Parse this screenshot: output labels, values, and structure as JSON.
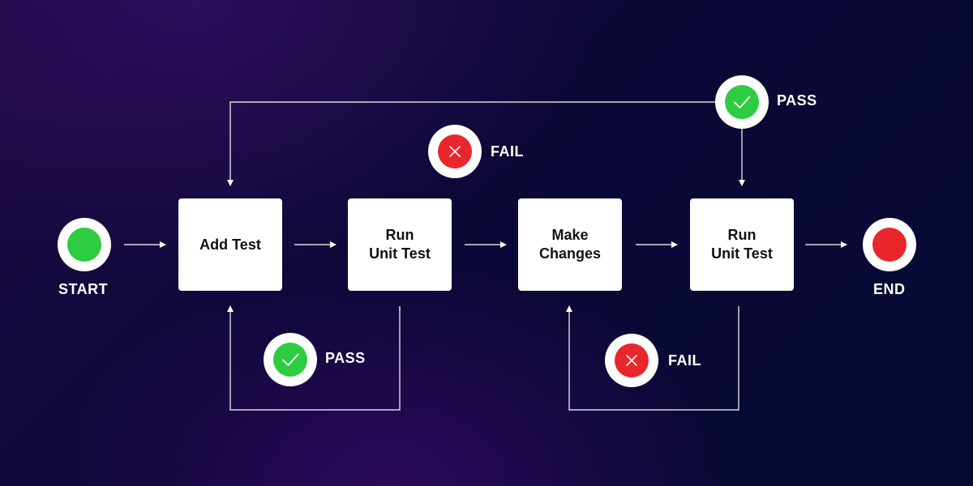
{
  "colors": {
    "box_bg": "#ffffff",
    "line": "#ffffff",
    "pass": "#2ecc40",
    "fail": "#e8262b",
    "start": "#2ecc40",
    "end": "#e8262b",
    "background_dark": "#0b0836"
  },
  "nodes": {
    "start": {
      "label": "START",
      "icon": "green-circle-icon"
    },
    "add_test": {
      "label": "Add Test"
    },
    "run_unit_test_1": {
      "label": "Run\nUnit Test"
    },
    "make_changes": {
      "label": "Make\nChanges"
    },
    "run_unit_test_2": {
      "label": "Run\nUnit Test"
    },
    "end": {
      "label": "END",
      "icon": "red-circle-icon"
    }
  },
  "decisions": {
    "top_pass": {
      "label": "PASS",
      "icon": "check-icon"
    },
    "top_fail": {
      "label": "FAIL",
      "icon": "x-icon"
    },
    "bottom_pass": {
      "label": "PASS",
      "icon": "check-icon"
    },
    "bottom_fail": {
      "label": "FAIL",
      "icon": "x-icon"
    }
  }
}
